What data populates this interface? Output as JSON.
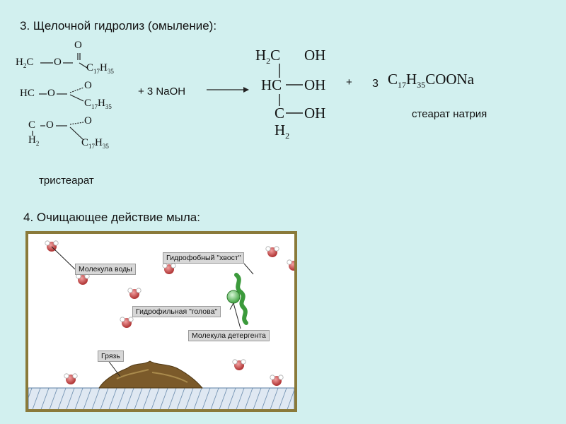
{
  "section3": {
    "heading": "3. Щелочной гидролиз (омыление):",
    "reagent": "+ 3 NaOH",
    "plus": "+",
    "coef": "3",
    "product_name": "стеарат натрия",
    "reactant_name": "тристеарат"
  },
  "tristearate": {
    "row1_left": "C",
    "row1_h": "H",
    "row1_h_sub": "2",
    "row1_o": "O",
    "row1_o_top": "O",
    "row1_r": "C",
    "row1_r_sub1": "17",
    "row1_r_h": "H",
    "row1_r_sub2": "35",
    "row2_left": "HC",
    "row2_o": "O",
    "row2_o_top": "O",
    "row2_r": "C",
    "row2_r_sub1": "17",
    "row2_r_h": "H",
    "row2_r_sub2": "35",
    "row3_left": "C",
    "row3_o": "O",
    "row3_o_top": "O",
    "row3_h": "H",
    "row3_h_sub": "2",
    "row3_r": "C",
    "row3_r_sub1": "17",
    "row3_r_h": "H",
    "row3_r_sub2": "35"
  },
  "glycerol": {
    "r1_h": "H",
    "r1_sub": "2",
    "r1_c": "C",
    "r1_oh": "OH",
    "r2_hc": "HC",
    "r2_oh": "OH",
    "r3_c": "C",
    "r3_oh": "OH",
    "r4_h": "H",
    "r4_sub": "2"
  },
  "stearate": {
    "c": "C",
    "sub1": "17",
    "h": "H",
    "sub2": "35",
    "tail": "COONa"
  },
  "section4": {
    "heading": "4. Очищающее действие мыла:",
    "labels": {
      "water": "Молекула воды",
      "tail": "Гидрофобный \"хвост\"",
      "head": "Гидрофильная \"голова\"",
      "detergent": "Молекула детергента",
      "dirt": "Грязь"
    }
  },
  "colors": {
    "background": "#d2f0ef",
    "box_border": "#8a7a3a",
    "water_oxygen": "#c94a4a",
    "detergent_tail": "#3b9a3b",
    "detergent_head": "#8ad88a",
    "dirt": "#7b5a2a",
    "floor_hatch": "#6f8fb0"
  }
}
